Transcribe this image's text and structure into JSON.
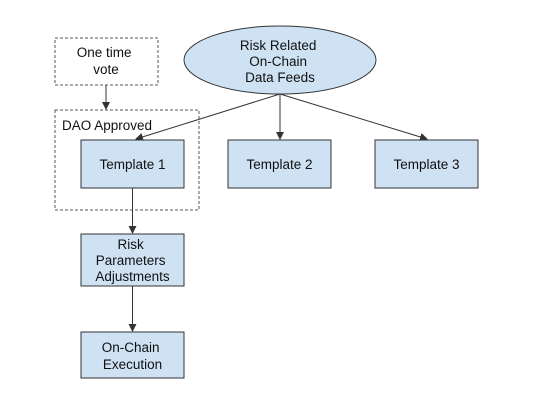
{
  "diagram": {
    "root": {
      "lines": [
        "Risk Related",
        "On-Chain",
        "Data Feeds"
      ]
    },
    "vote": {
      "lines": [
        "One time",
        "vote"
      ]
    },
    "group_label": "DAO Approved",
    "templates": [
      {
        "label": "Template 1"
      },
      {
        "label": "Template 2"
      },
      {
        "label": "Template 3"
      }
    ],
    "adjustments": {
      "lines": [
        "Risk",
        "Parameters",
        "Adjustments"
      ]
    },
    "execution": {
      "lines": [
        "On-Chain",
        "Execution"
      ]
    }
  },
  "colors": {
    "box_fill": "#cfe2f3",
    "stroke": "#333333",
    "dashed": "#555555"
  }
}
